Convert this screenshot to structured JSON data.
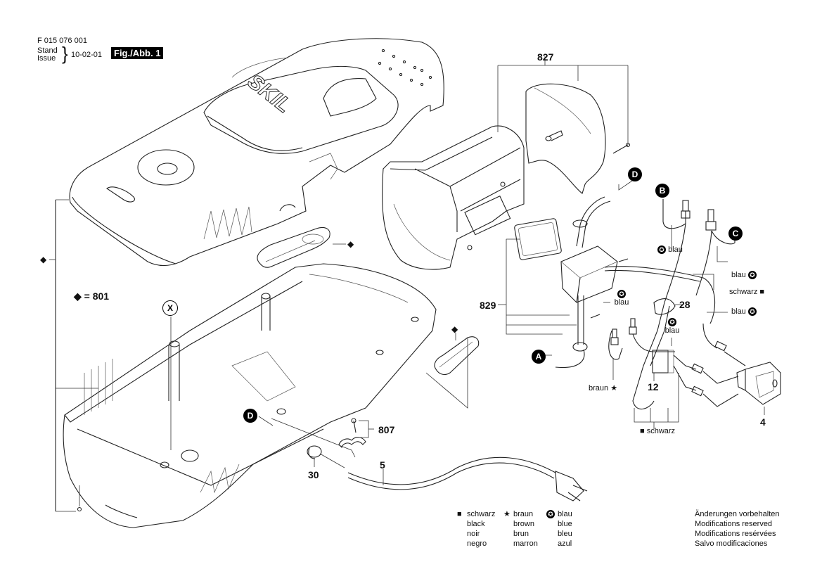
{
  "header": {
    "part_number": "F 015 076 001",
    "stand_label": "Stand",
    "issue_label": "Issue",
    "date": "10-02-01",
    "figure_label": "Fig./Abb. 1"
  },
  "brand_logo": "SKIL",
  "part_labels": {
    "p827": "827",
    "p829": "829",
    "p801_note": "◆ = 801",
    "p807": "807",
    "p5": "5",
    "p30": "30",
    "p28": "28",
    "p12": "12",
    "p4": "4"
  },
  "markers": {
    "diamond": "◆"
  },
  "callouts": {
    "A": "A",
    "B": "B",
    "C": "C",
    "D_top": "D",
    "D_bottom": "D",
    "X": "X"
  },
  "wire_labels": {
    "blau_b": "blau",
    "blau_c": "blau",
    "schwarz_right": "schwarz",
    "blau_mid_right": "blau",
    "blau_mid_left": "blau",
    "blau_center": "blau",
    "braun": "braun",
    "schwarz_bottom": "schwarz"
  },
  "symbols": {
    "square": "■",
    "star": "★",
    "star_badge": "✪"
  },
  "legend": {
    "columns": [
      {
        "symbol": "■",
        "lines": [
          "schwarz",
          "black",
          "noir",
          "negro"
        ]
      },
      {
        "symbol": "★",
        "lines": [
          "braun",
          "brown",
          "brun",
          "marron"
        ]
      },
      {
        "symbol": "✪",
        "lines": [
          "blau",
          "blue",
          "bleu",
          "azul"
        ]
      }
    ]
  },
  "disclaimer": {
    "lines": [
      "Änderungen vorbehalten",
      "Modifications reserved",
      "Modifications resérvées",
      "Salvo modificaciones"
    ]
  }
}
